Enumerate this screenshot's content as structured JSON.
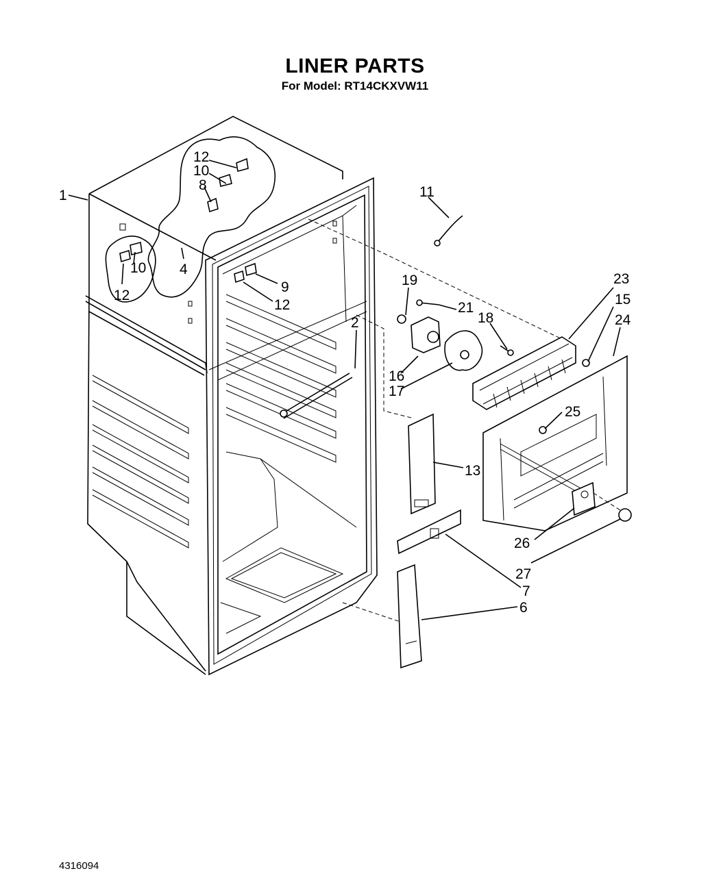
{
  "title": "LINER PARTS",
  "subtitle": "For Model: RT14CKXVW11",
  "document_number": "4316094",
  "callouts": [
    "1",
    "12",
    "10",
    "8",
    "4",
    "12",
    "10",
    "9",
    "12",
    "2",
    "11",
    "19",
    "21",
    "18",
    "16",
    "17",
    "23",
    "15",
    "24",
    "25",
    "13",
    "26",
    "27",
    "7",
    "6"
  ]
}
